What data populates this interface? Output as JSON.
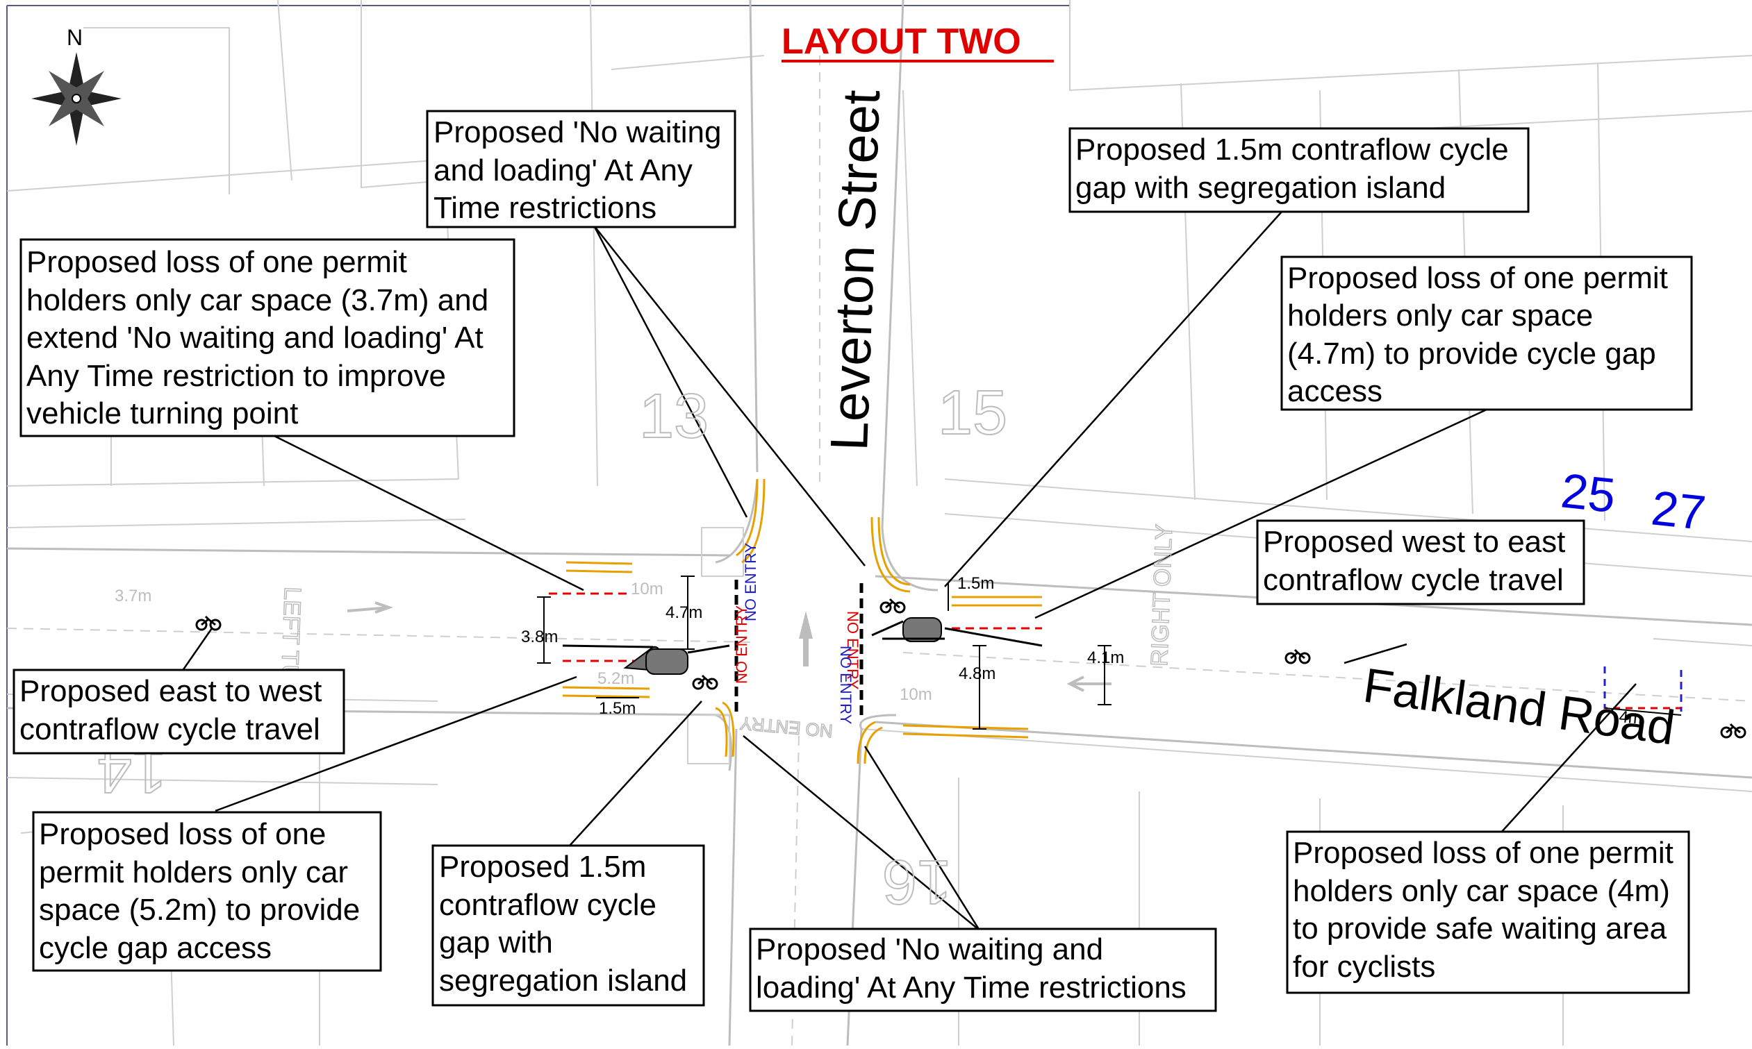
{
  "title": "LAYOUT TWO",
  "north_label": "N",
  "streets": {
    "vertical": "Leverton Street",
    "horizontal": "Falkland Road"
  },
  "house_numbers": {
    "n13": "13",
    "n15": "15",
    "n25": "25",
    "n27": "27",
    "n14": "14",
    "n16": "16"
  },
  "road_markings": {
    "left_turn": "LEFT TURN",
    "right_only": "RIGHT ONLY",
    "no_entry_1": "NO ENTRY",
    "no_entry_2": "NO ENTRY",
    "no_entry_3": "NO ENTRY",
    "no_entry_4": "NO ENTRY"
  },
  "dimensions": {
    "d37": "3.7m",
    "d10a": "10m",
    "d47": "4.7m",
    "d38": "3.8m",
    "d52": "5.2m",
    "d15a": "1.5m",
    "d15b": "1.5m",
    "d48": "4.8m",
    "d41": "4.1m",
    "d10b": "10m",
    "d4": "4m"
  },
  "callouts": {
    "no_waiting_top": [
      "Proposed 'No waiting",
      "and loading' At Any",
      "Time restrictions"
    ],
    "contraflow_gap_right": [
      "Proposed 1.5m contraflow cycle",
      "gap with segregation island"
    ],
    "loss_37": [
      "Proposed loss of one permit",
      "holders only car space (3.7m) and",
      "extend 'No waiting and loading' At",
      "Any Time restriction to improve",
      "vehicle turning point"
    ],
    "loss_47": [
      "Proposed loss of one permit",
      "holders only car space",
      "(4.7m) to provide cycle gap",
      "access"
    ],
    "west_east": [
      "Proposed west to east",
      "contraflow cycle travel"
    ],
    "east_west": [
      "Proposed east to west",
      "contraflow cycle travel"
    ],
    "loss_52": [
      "Proposed loss of one",
      "permit holders only car",
      "space (5.2m) to provide",
      "cycle gap access"
    ],
    "contraflow_gap_left": [
      "Proposed 1.5m",
      "contraflow cycle",
      "gap with",
      "segregation island"
    ],
    "no_waiting_bottom": [
      "Proposed 'No waiting and",
      "loading' At Any Time restrictions"
    ],
    "loss_4": [
      "Proposed loss of one permit",
      "holders only car space (4m)",
      "to provide safe waiting area",
      "for cyclists"
    ]
  },
  "colors": {
    "title": "#e00000",
    "house_blue": "#0000e0",
    "yellow_line": "#e8a000",
    "red_dash": "#e00000"
  }
}
